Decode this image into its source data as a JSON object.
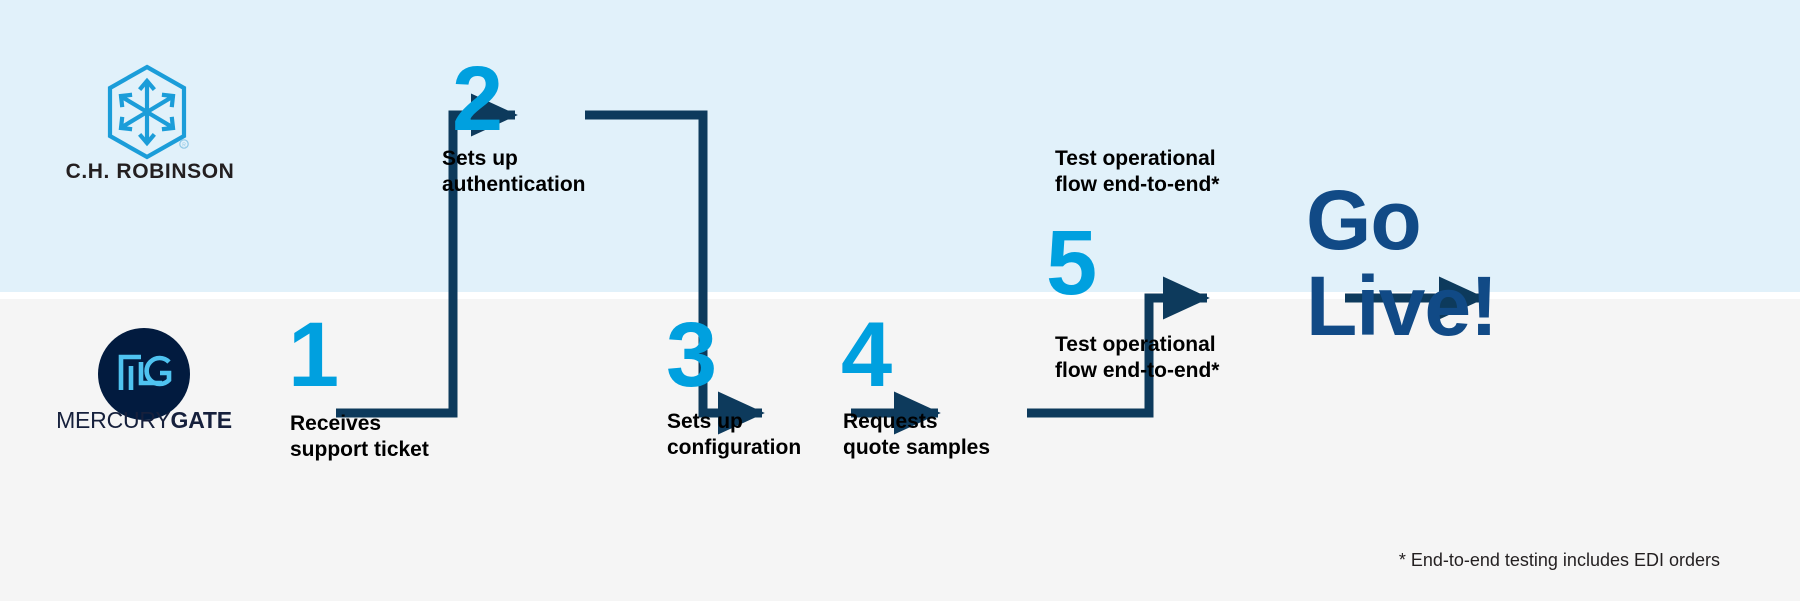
{
  "colors": {
    "band_top": "#e1f1fa",
    "band_bottom": "#f5f5f5",
    "step_number": "#00a0df",
    "connector": "#0d3a5c",
    "go_live": "#114a86",
    "mercurygate_navy": "#021b3f",
    "mercurygate_mark": "#4fc3f0",
    "chr_blue": "#1b9dd9",
    "text": "#000000"
  },
  "swimlanes": [
    {
      "id": "chrobinson",
      "name": "C.H. ROBINSON"
    },
    {
      "id": "mercurygate",
      "name": "MERCURYGATE"
    }
  ],
  "logos": {
    "chrobinson": {
      "wordmark": "C.H. ROBINSON",
      "icon": "hexagon-cube-arrows-icon"
    },
    "mercurygate": {
      "monogram": "MG",
      "wordmark_light": "MERCURY",
      "wordmark_bold": "GATE",
      "icon": "mercurygate-circle-monogram-icon"
    }
  },
  "steps": [
    {
      "number": "1",
      "label": "Receives\nsupport ticket",
      "lane": "mercurygate"
    },
    {
      "number": "2",
      "label": "Sets up\nauthentication",
      "lane": "chrobinson"
    },
    {
      "number": "3",
      "label": "Sets up\nconfiguration",
      "lane": "mercurygate"
    },
    {
      "number": "4",
      "label": "Requests\nquote samples",
      "lane": "mercurygate"
    },
    {
      "number": "5",
      "label_top": "Test operational\nflow end-to-end*",
      "label_bottom": "Test operational\nflow end-to-end*",
      "lane": "both"
    }
  ],
  "outcome": {
    "label": "Go\nLive!"
  },
  "footnote": {
    "text": "* End-to-end testing includes EDI orders"
  }
}
